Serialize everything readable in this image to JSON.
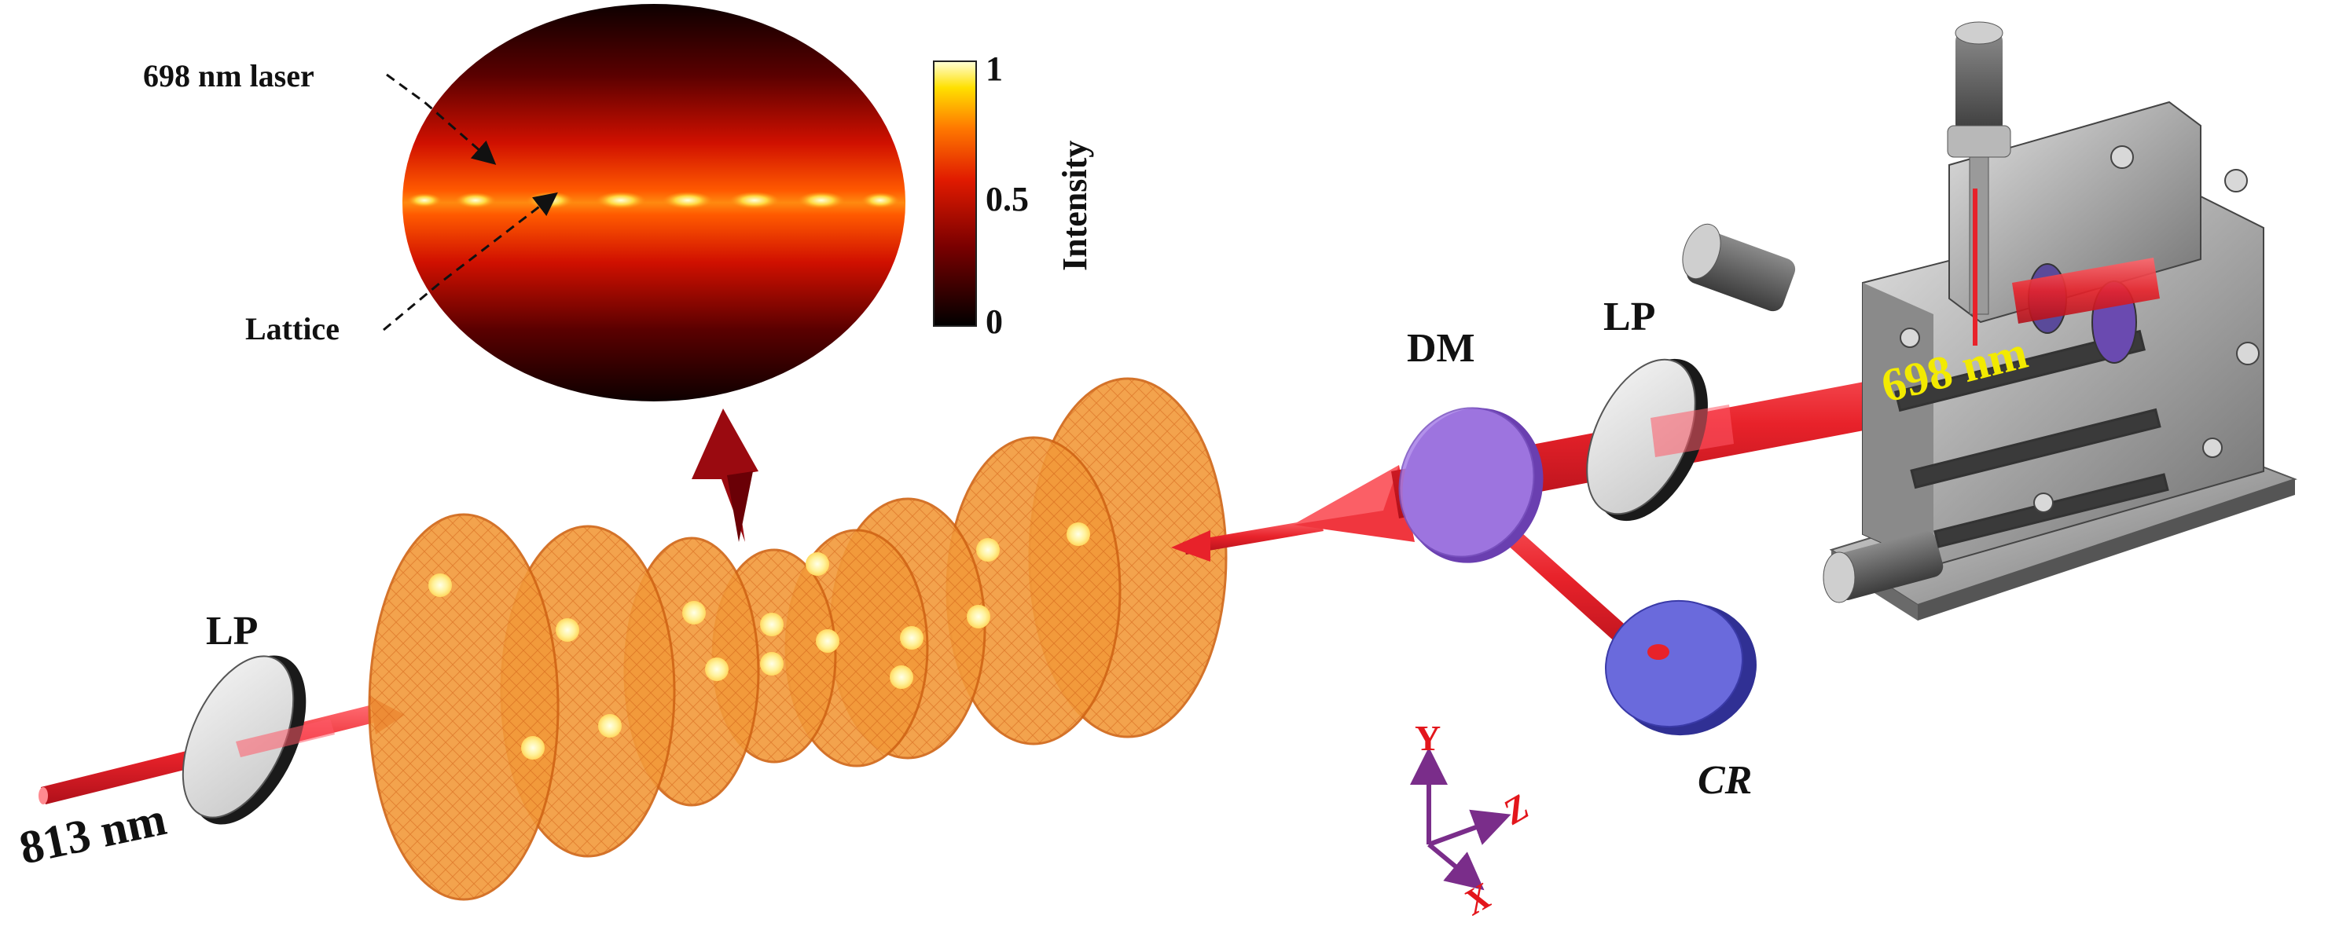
{
  "labels": {
    "laser_698": "698 nm laser",
    "lattice": "Lattice",
    "lp_left": "LP",
    "lp_right": "LP",
    "dm": "DM",
    "cr": "CR",
    "beam_813": "813 nm",
    "beam_698": "698 nm"
  },
  "colorbar": {
    "label": "Intensity",
    "ticks": [
      "1",
      "0.5",
      "0"
    ]
  },
  "axes": {
    "y": "Y",
    "z": "Z",
    "x": "X"
  },
  "colors": {
    "beam": "#e8222a",
    "disc_orange": "#f08a22",
    "dm_purple": "#9b6fe0",
    "cr_blue": "#5a5ad8",
    "axis_purple": "#7a2d8a",
    "axis_label_red": "#e3161c",
    "beam_698_label": "#f2ea00"
  }
}
